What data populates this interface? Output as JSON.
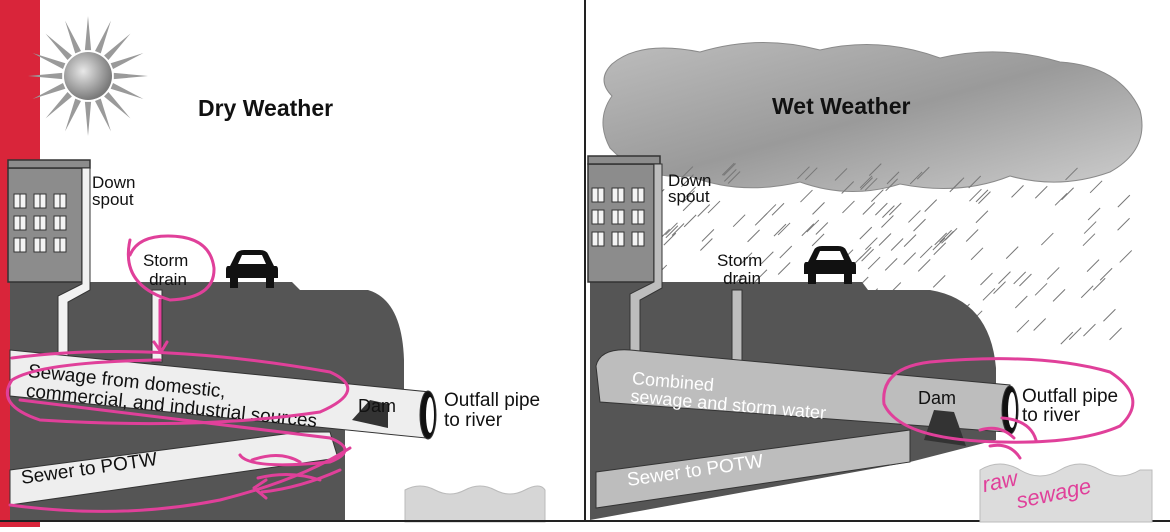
{
  "dry": {
    "title": "Dry Weather",
    "downspout": [
      "Down",
      "spout"
    ],
    "storm_drain": [
      "Storm",
      "drain"
    ],
    "sewage_label": [
      "Sewage from domestic,",
      "commercial, and industrial sources"
    ],
    "dam": "Dam",
    "outfall": [
      "Outfall pipe",
      "to river"
    ],
    "sewer": "Sewer to POTW"
  },
  "wet": {
    "title": "Wet Weather",
    "downspout": [
      "Down",
      "spout"
    ],
    "storm_drain": [
      "Storm",
      "drain"
    ],
    "combined": [
      "Combined",
      "sewage and storm water"
    ],
    "dam": "Dam",
    "outfall": [
      "Outfall pipe",
      "to river"
    ],
    "sewer": "Sewer to POTW",
    "annotation": [
      "raw",
      "sewage"
    ]
  },
  "colors": {
    "ground": "#555555",
    "pipe": "#eeeeee",
    "building": "#8c8c8c",
    "annotation": "#e0409a",
    "accent_bar": "#d9253a"
  }
}
